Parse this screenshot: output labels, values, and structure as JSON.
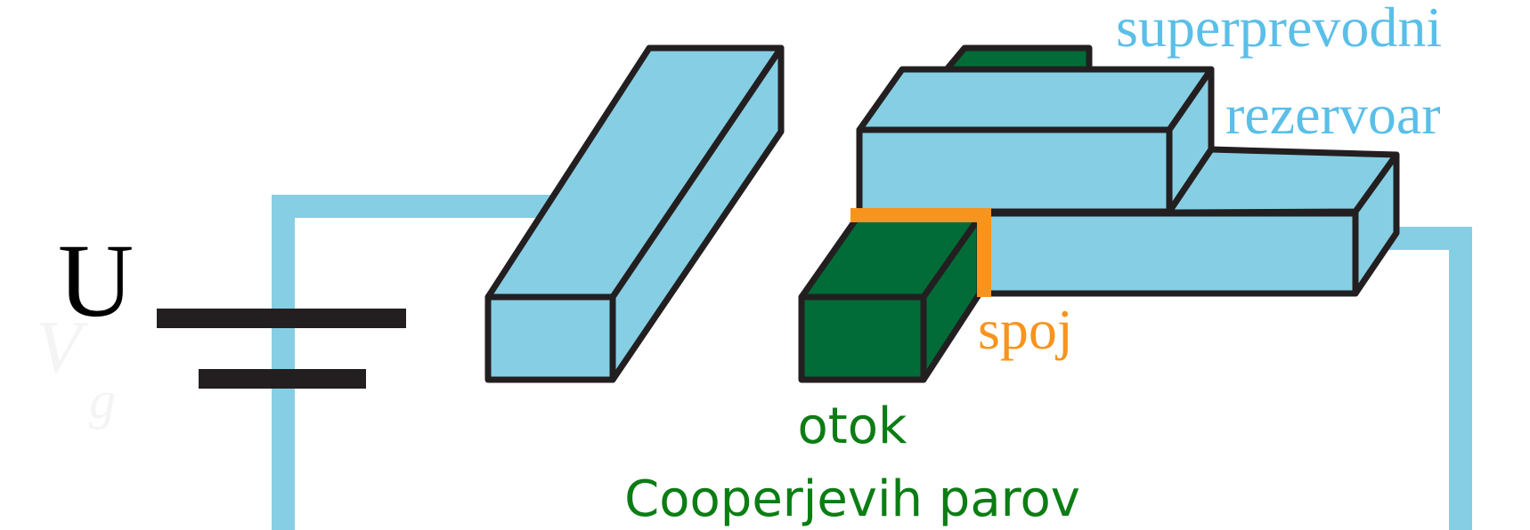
{
  "labels": {
    "voltage": "U",
    "gate_voltage": "V",
    "gate_voltage_subscript": "g",
    "reservoir_line1": "superprevodni",
    "reservoir_line2": "rezervoar",
    "junction": "spoj",
    "island_line1": "otok",
    "island_line2": "Cooperjevih parov"
  },
  "colors": {
    "conductor": "#86CEE3",
    "island": "#016C38",
    "junction": "#F7941D",
    "outline": "#231F20",
    "reservoir_text": "#5ABFE8",
    "island_text": "#0C7D14"
  }
}
